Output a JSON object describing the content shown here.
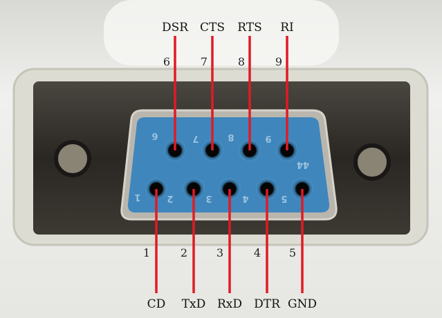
{
  "colors": {
    "pointer": "#e01b24",
    "insulator": "#3f86bd",
    "shell": "#2b2824",
    "housing": "#dcdcd4"
  },
  "top_row": [
    {
      "signal": "DSR",
      "pin": "6"
    },
    {
      "signal": "CTS",
      "pin": "7"
    },
    {
      "signal": "RTS",
      "pin": "8"
    },
    {
      "signal": "RI",
      "pin": "9"
    }
  ],
  "bottom_row": [
    {
      "signal": "CD",
      "pin": "1"
    },
    {
      "signal": "TxD",
      "pin": "2"
    },
    {
      "signal": "RxD",
      "pin": "3"
    },
    {
      "signal": "DTR",
      "pin": "4"
    },
    {
      "signal": "GND",
      "pin": "5"
    }
  ],
  "molded_marks": [
    "6",
    "7",
    "8",
    "9",
    "1",
    "2",
    "3",
    "4",
    "5",
    "44"
  ]
}
